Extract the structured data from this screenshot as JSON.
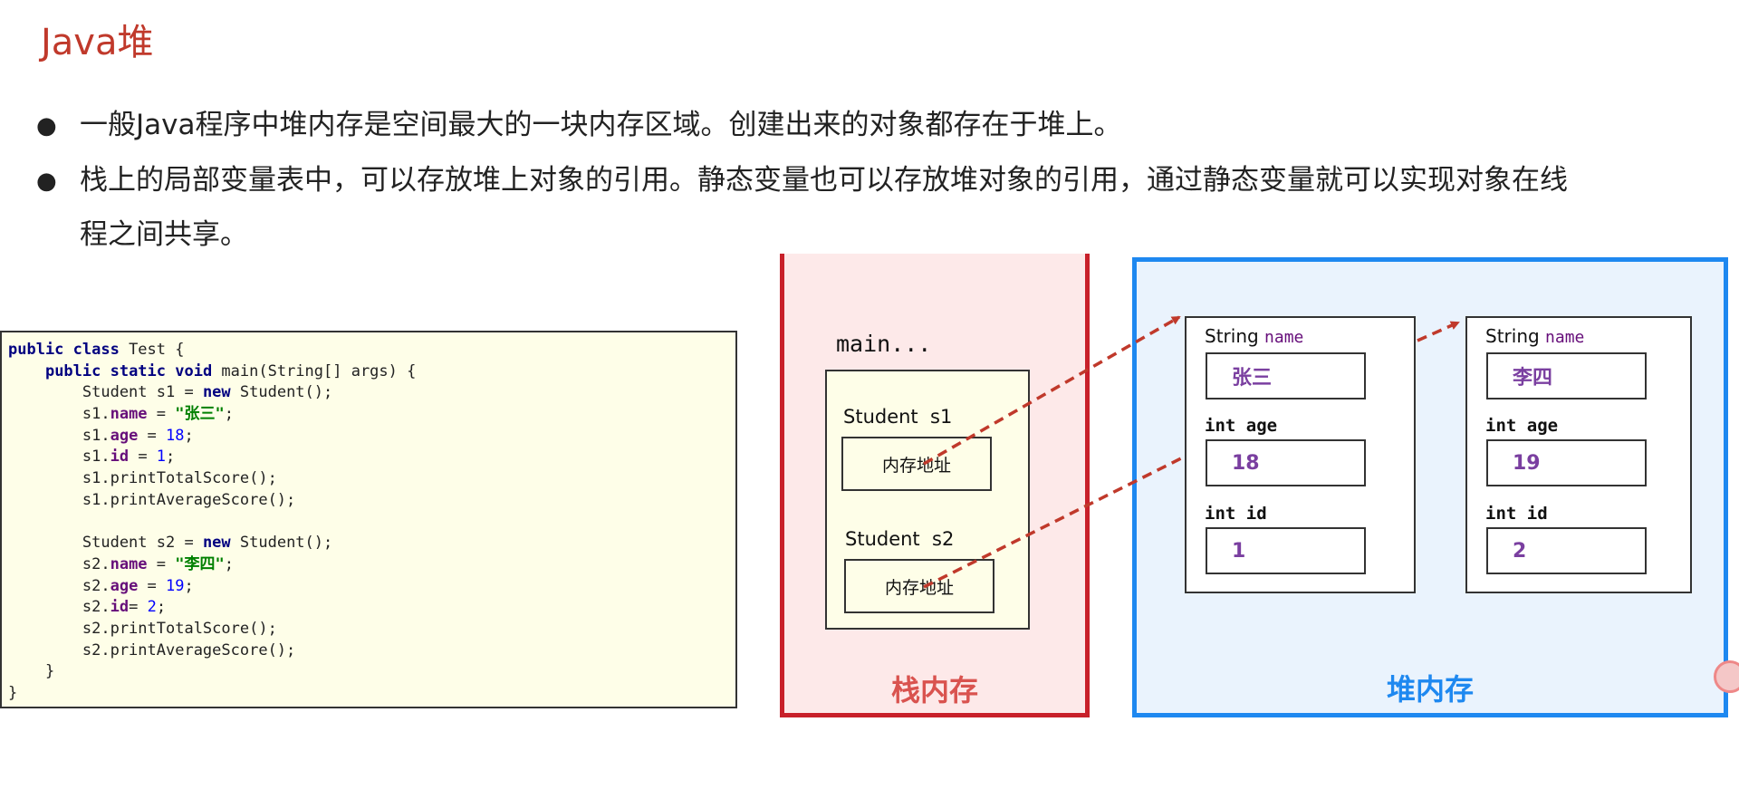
{
  "title": "Java堆",
  "bullets": [
    "一般Java程序中堆内存是空间最大的一块内存区域。创建出来的对象都存在于堆上。",
    "栈上的局部变量表中，可以存放堆上对象的引用。静态变量也可以存放堆对象的引用，通过静态变量就可以实现对象在线程之间共享。"
  ],
  "code": {
    "class_line": {
      "kw": "public class",
      "rest": " Test {"
    },
    "main_line": {
      "indent": "    ",
      "kw": "public static void",
      "rest": " main(String[] args) {"
    },
    "s1_decl": {
      "pre": "        Student s1 = ",
      "kw": "new",
      "post": " Student();"
    },
    "s1_name": {
      "pre": "        s1.",
      "field": "name",
      "mid": " = ",
      "str": "\"张三\"",
      "post": ";"
    },
    "s1_age": {
      "pre": "        s1.",
      "field": "age",
      "mid": " = ",
      "num": "18",
      "post": ";"
    },
    "s1_id": {
      "pre": "        s1.",
      "field": "id",
      "mid": " = ",
      "num": "1",
      "post": ";"
    },
    "s1_total": "        s1.printTotalScore();",
    "s1_avg": "        s1.printAverageScore();",
    "s2_decl": {
      "pre": "        Student s2 = ",
      "kw": "new",
      "post": " Student();"
    },
    "s2_name": {
      "pre": "        s2.",
      "field": "name",
      "mid": " = ",
      "str": "\"李四\"",
      "post": ";"
    },
    "s2_age": {
      "pre": "        s2.",
      "field": "age",
      "mid": " = ",
      "num": "19",
      "post": ";"
    },
    "s2_id": {
      "pre": "        s2.",
      "field": "id",
      "mid": "= ",
      "num": "2",
      "post": ";"
    },
    "s2_total": "        s2.printTotalScore();",
    "s2_avg": "        s2.printAverageScore();",
    "close_method": "    }",
    "close_class": "}"
  },
  "stack": {
    "title": "栈内存",
    "frame_label": "main...",
    "vars": [
      {
        "label": "Student  s1",
        "address": "内存地址"
      },
      {
        "label": "Student  s2",
        "address": "内存地址"
      }
    ]
  },
  "heap": {
    "title": "堆内存",
    "objects": [
      {
        "name_type": "String ",
        "name_field": "name",
        "name_value": "张三",
        "age_label": "int age",
        "age_value": "18",
        "id_label": "int id",
        "id_value": "1"
      },
      {
        "name_type": "String ",
        "name_field": "name",
        "name_value": "李四",
        "age_label": "int age",
        "age_value": "19",
        "id_label": "int id",
        "id_value": "2"
      }
    ]
  },
  "colors": {
    "title": "#c0392b",
    "stack_border": "#c8202a",
    "stack_bg": "#fde9e9",
    "heap_border": "#1e88f0",
    "heap_bg": "#eaf3fd",
    "arrow": "#c0392b"
  }
}
